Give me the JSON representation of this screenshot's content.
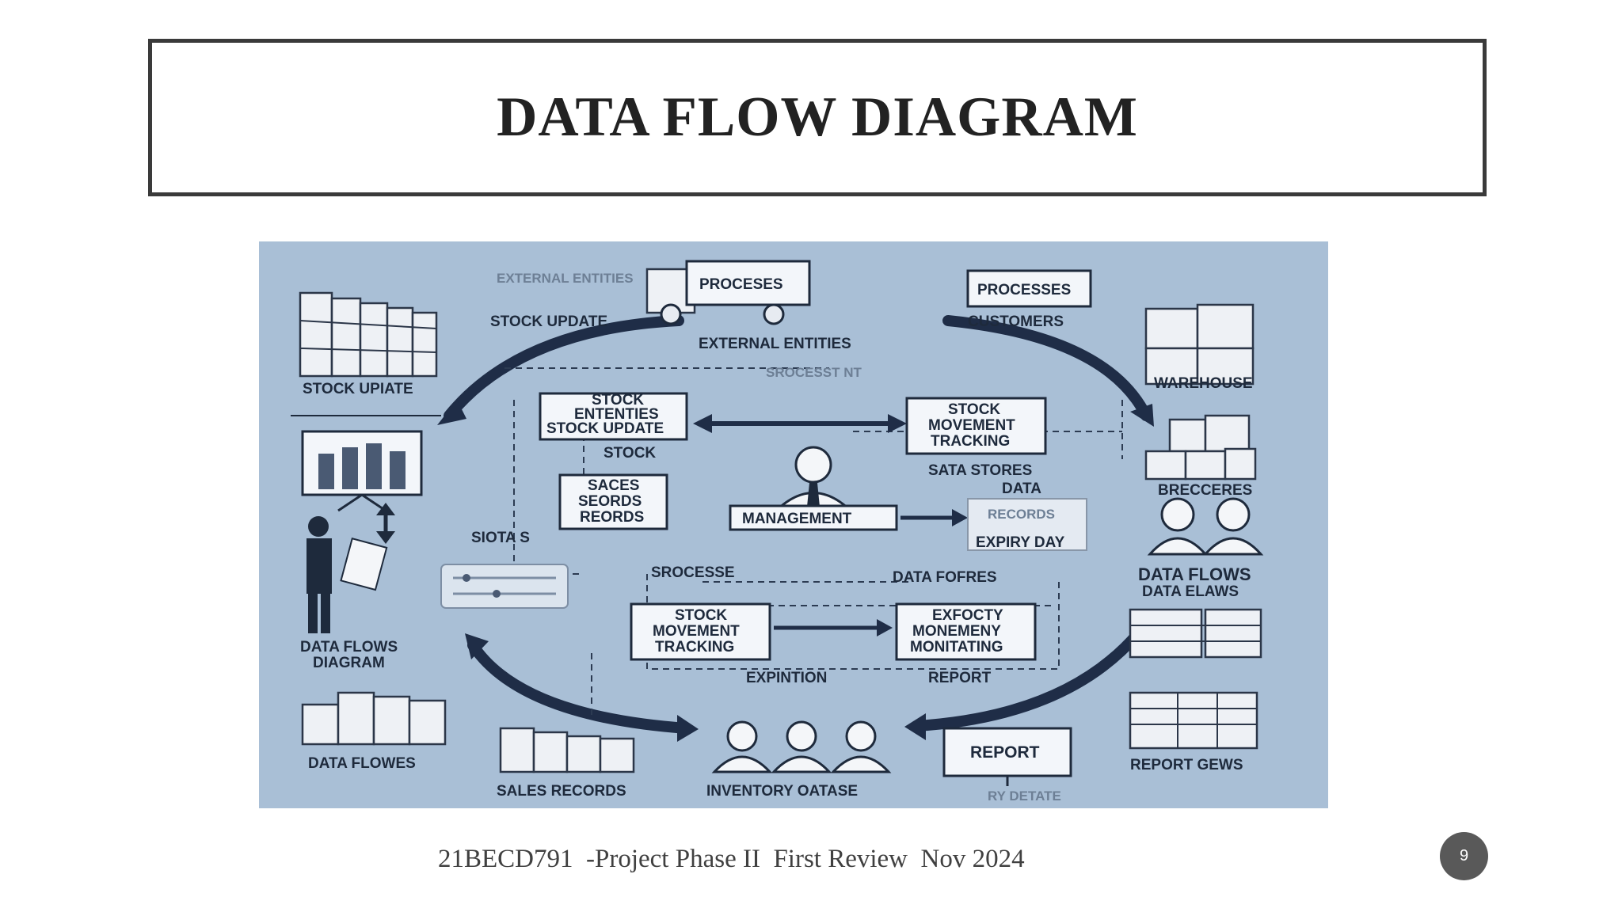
{
  "slide": {
    "title": "DATA FLOW DIAGRAM",
    "footer": "21BECD791  -Project Phase II  First Review  Nov 2024",
    "page_number": "9"
  },
  "diagram": {
    "background_color": "#a9bfd6",
    "labels": {
      "external_entities_faded": "EXTERNAL ENTITIES",
      "stock_update_top": "STOCK UPDATE",
      "proceses_truck": "PROCESES",
      "processes_box": "PROCESSES",
      "customers": "CUSTOMERS",
      "external_entities": "EXTERNAL ENTITIES",
      "stock_upiate_left": "STOCK UPIATE",
      "warehouse": "WAREHOUSE",
      "srocessent": "SROCESST NT",
      "box_stock_entities_1": "STOCK",
      "box_stock_entities_2": "ENTENTIES",
      "box_stock_entities_3": "STOCK UPDATE",
      "box_movement_1": "STOCK",
      "box_movement_2": "MOVEMENT",
      "box_movement_3": "TRACKING",
      "stock_small": "STOCK",
      "sata_stores": "SATA   STORES",
      "data_label": "DATA",
      "breceeres": "BRECCERES",
      "box_sales_1": "SACES",
      "box_sales_2": "SEORDS",
      "box_sales_3": "REORDS",
      "management": "MANAGEMENT",
      "box_records_1": "RECORDS",
      "box_records_2": "EXPIRY DAY",
      "siota": "SIOTA  S",
      "data_flows_right": "DATA FLOWS",
      "data_elaws": "DATA ELAWS",
      "srocesse": "SROCESSE",
      "data_fofres": "DATA FOFRES",
      "box_stock_mt_1": "STOCK",
      "box_stock_mt_2": "MOVEMENT",
      "box_stock_mt_3": "TRACKING",
      "box_expocty_1": "EXFOCTY",
      "box_expocty_2": "MONEMENY",
      "box_expocty_3": "MONITATING",
      "data_flows_diagram_1": "DATA FLOWS",
      "data_flows_diagram_2": "DIAGRAM",
      "expintion": "EXPINTION",
      "report_small": "REPORT",
      "data_flowes": "DATA FLOWES",
      "report_box": "REPORT",
      "report_gens": "REPORT GEWS",
      "sales_records": "SALES RECORDS",
      "inventory_database": "INVENTORY OATASE",
      "ry_detate": "RY DETATE"
    }
  }
}
